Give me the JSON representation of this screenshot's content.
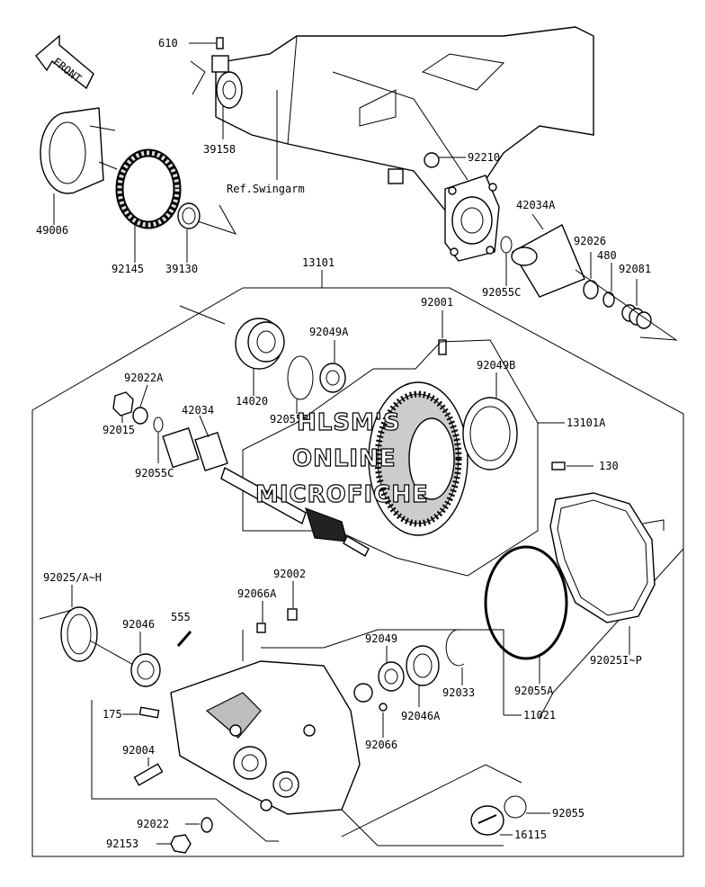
{
  "front_label": "FRONT",
  "reference_text": "Ref.Swingarm",
  "watermark": [
    "HLSM'S",
    "ONLINE",
    "MICROFICHE"
  ],
  "part_labels": {
    "p610": "610",
    "p39158": "39158",
    "p92210": "92210",
    "p42034A": "42034A",
    "p92026": "92026",
    "p480": "480",
    "p92081": "92081",
    "p92055C_top": "92055C",
    "p49006": "49006",
    "p92145": "92145",
    "p39130": "39130",
    "p13101": "13101",
    "p92001": "92001",
    "p92049A": "92049A",
    "p92049B": "92049B",
    "p92022A": "92022A",
    "p42034": "42034",
    "p14020": "14020",
    "p92055B": "92055B",
    "p13101A": "13101A",
    "p92015": "92015",
    "p92055C": "92055C",
    "p130": "130",
    "p92025AH": "92025/A~H",
    "p92002": "92002",
    "p92066A": "92066A",
    "p92046": "92046",
    "p555": "555",
    "p92049": "92049",
    "p92025IP": "92025I~P",
    "p175": "175",
    "p92046A": "92046A",
    "p92033": "92033",
    "p92055A": "92055A",
    "p11021": "11021",
    "p92066": "92066",
    "p92004": "92004",
    "p92022": "92022",
    "p92055": "92055",
    "p92153": "92153",
    "p16115": "16115"
  }
}
